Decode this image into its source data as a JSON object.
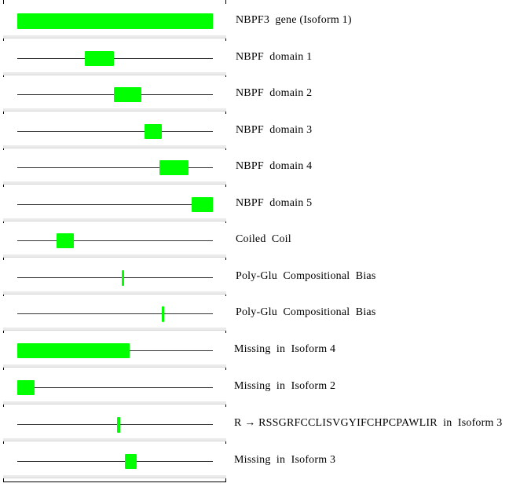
{
  "track_color": "#00ff00",
  "tracks": [
    {
      "label": "NBPF3  gene (Isoform 1)",
      "full": true,
      "start": 0.0,
      "end": 1.0
    },
    {
      "label": "NBPF  domain 1",
      "start": 0.345,
      "end": 0.495
    },
    {
      "label": "NBPF  domain 2",
      "start": 0.495,
      "end": 0.635
    },
    {
      "label": "NBPF  domain 3",
      "start": 0.65,
      "end": 0.74
    },
    {
      "label": "NBPF  domain 4",
      "start": 0.725,
      "end": 0.875
    },
    {
      "label": "NBPF  domain 5",
      "start": 0.89,
      "end": 1.0
    },
    {
      "label": "Coiled  Coil",
      "start": 0.2,
      "end": 0.29
    },
    {
      "label": "Poly-Glu  Compositional  Bias",
      "start": 0.534,
      "end": 0.542
    },
    {
      "label": "Poly-Glu  Compositional  Bias",
      "start": 0.737,
      "end": 0.745
    },
    {
      "label": "Missing  in  Isoform 4",
      "start": 0.0,
      "end": 0.575
    },
    {
      "label": "Missing  in  Isoform 2",
      "start": 0.0,
      "end": 0.09
    },
    {
      "label": "R → RSSGRFCCLISVGYIFCHPCPAWLIR  in  Isoform 3",
      "start": 0.51,
      "end": 0.525
    },
    {
      "label": "Missing  in  Isoform 3",
      "start": 0.55,
      "end": 0.61
    }
  ]
}
